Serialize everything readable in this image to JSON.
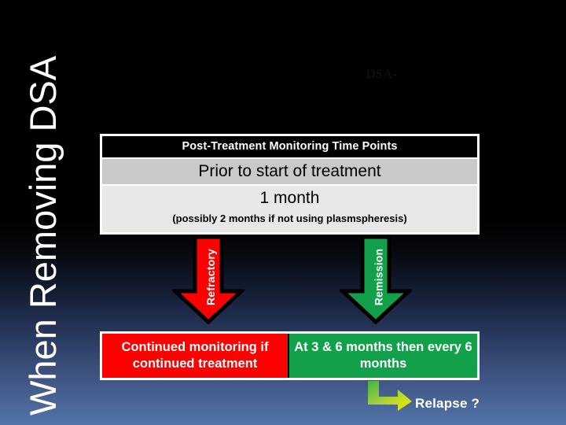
{
  "slide": {
    "vertical_title": "When Removing DSA",
    "faint_label": "DSA-",
    "background_top_color": "#000000",
    "background_bottom_color": "#5274a8"
  },
  "panel": {
    "header": "Post-Treatment Monitoring Time Points",
    "rows": [
      {
        "text": "Prior to start of treatment",
        "style": "gray"
      },
      {
        "text": "1 month",
        "note": "(possibly 2 months if not using plasmspheresis)",
        "style": "light"
      }
    ]
  },
  "arrows": [
    {
      "label": "Refractory",
      "color": "#ff0000",
      "direction": "down"
    },
    {
      "label": "Remission",
      "color": "#13a04b",
      "direction": "down"
    }
  ],
  "outcomes": [
    {
      "text": "Continued monitoring if continued treatment",
      "color": "#ff0000"
    },
    {
      "text": "At 3 & 6  months then every 6 months",
      "color": "#13a04b"
    }
  ],
  "relapse": {
    "label": "Relapse ?",
    "arrow_color_start": "#3cb54a",
    "arrow_color_end": "#ffe800"
  }
}
